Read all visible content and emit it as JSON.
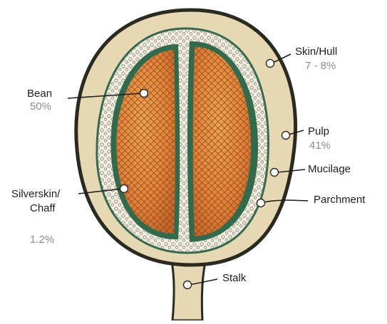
{
  "labels": {
    "bean": "Bean",
    "bean_pct": "50%",
    "skin_hull": "Skin/Hull",
    "skin_hull_pct": "7 - 8%",
    "pulp": "Pulp",
    "pulp_pct": "41%",
    "mucilage": "Mucilage",
    "parchment": "Parchment",
    "silverskin_line1": "Silverskin/",
    "silverskin_line2": "Chaff",
    "silverskin_pct": "1.2%",
    "stalk": "Stalk"
  },
  "colors": {
    "skin": "#e6d8b3",
    "outline": "#2a2a20",
    "mucilage": "#f4efe0",
    "parchment": "#2f6b4c",
    "bean": "#e58a3c",
    "bean_hatch": "#7a4418",
    "text": "#1e1e1e",
    "percent": "#8c8c8c"
  }
}
